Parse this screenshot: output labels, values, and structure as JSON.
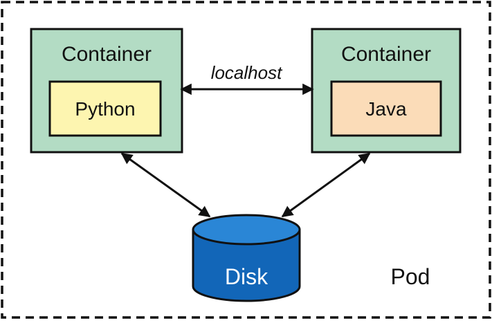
{
  "diagram": {
    "pod": {
      "label": "Pod"
    },
    "containers": [
      {
        "title": "Container",
        "runtime": "Python",
        "runtime_fill": "#fdf5b0"
      },
      {
        "title": "Container",
        "runtime": "Java",
        "runtime_fill": "#fbdcb8"
      }
    ],
    "link": {
      "label": "localhost"
    },
    "disk": {
      "label": "Disk"
    },
    "colors": {
      "container_fill": "#b3dcc4",
      "border": "#111111",
      "disk_body": "#1266b8",
      "disk_top": "#2a86d6",
      "disk_label": "#ffffff"
    }
  }
}
